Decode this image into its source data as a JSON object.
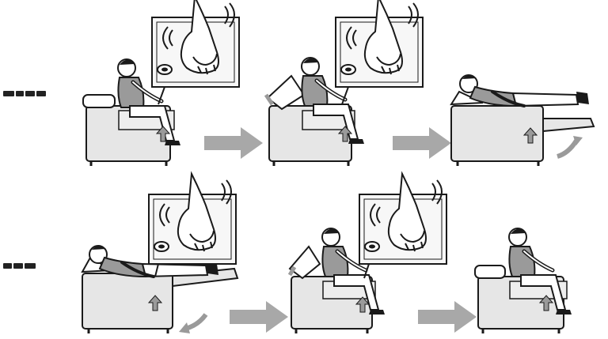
{
  "rows": [
    {
      "id": "recline",
      "label": "",
      "direction": "recline",
      "steps": 3
    },
    {
      "id": "return",
      "label": "",
      "direction": "return",
      "steps": 3
    }
  ],
  "colors": {
    "line": "#1a1a1a",
    "chair_fill": "#e6e6e6",
    "chair_shade": "#bdbdbd",
    "panel_fill": "#f7f7f7",
    "arrow": "#a8a8a8"
  },
  "icons": {
    "finger_press": "hand-pressing-button-icon",
    "vibration": "vibration-waves-icon",
    "flow": "right-arrow-icon",
    "up_motion": "up-arrow-icon",
    "footrest_motion": "curved-arrow-icon"
  }
}
